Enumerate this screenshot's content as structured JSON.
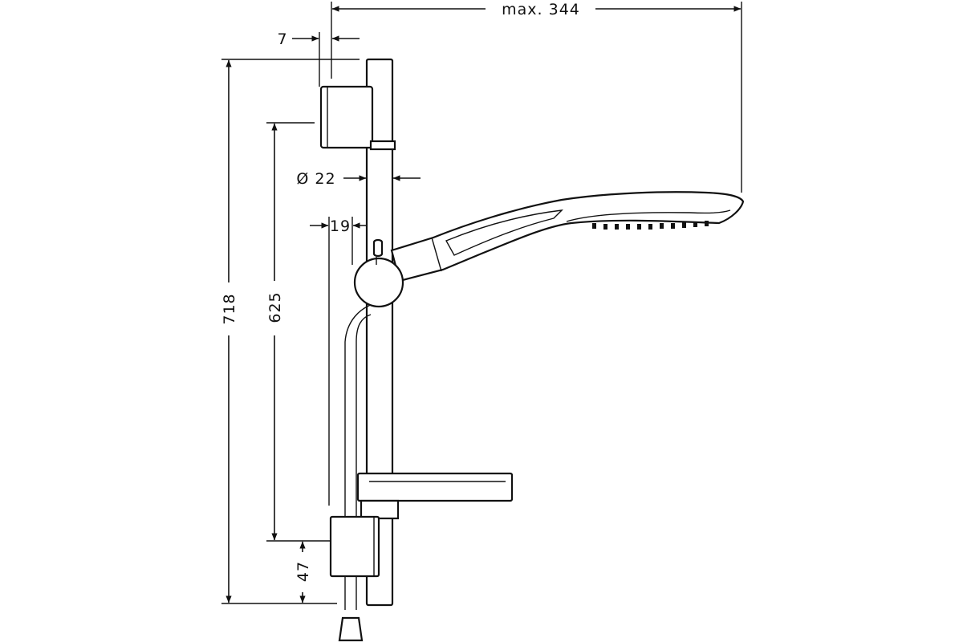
{
  "drawing": {
    "dimensions": {
      "max_reach": "max. 344",
      "bracket_offset": "7",
      "rail_diameter": "Ø 22",
      "hose_offset": "19",
      "overall_height": "718",
      "mount_spacing": "625",
      "bottom_offset": "47"
    },
    "colors": {
      "line": "#111111",
      "background": "#ffffff"
    }
  }
}
